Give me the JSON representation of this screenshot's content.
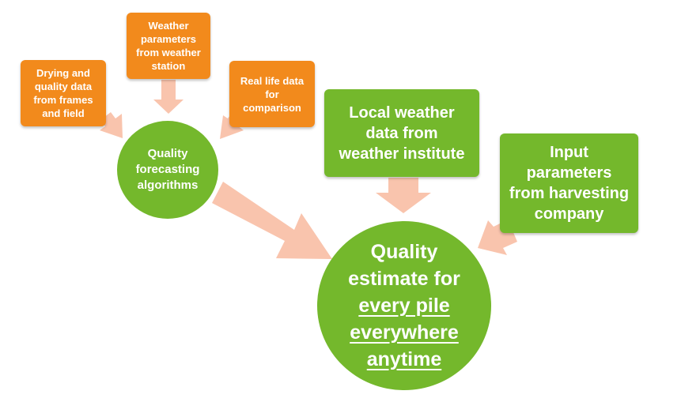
{
  "colors": {
    "orange": "#f28a1c",
    "green": "#74b82c",
    "arrow": "#f9c4ad"
  },
  "inputs": {
    "drying_quality": "Drying and\nquality data\nfrom frames\nand field",
    "weather_station": "Weather\nparameters\nfrom weather\nstation",
    "real_life": "Real life data\nfor\ncomparison",
    "local_weather": "Local weather\ndata from\nweather institute",
    "harvesting": "Input\nparameters\nfrom harvesting\ncompany"
  },
  "algorithms": {
    "line1": "Quality",
    "line2": "forecasting",
    "line3": "algorithms"
  },
  "estimate": {
    "line1": "Quality",
    "line2": "estimate for",
    "line3": "every pile",
    "line4": "everywhere",
    "line5": "anytime"
  }
}
